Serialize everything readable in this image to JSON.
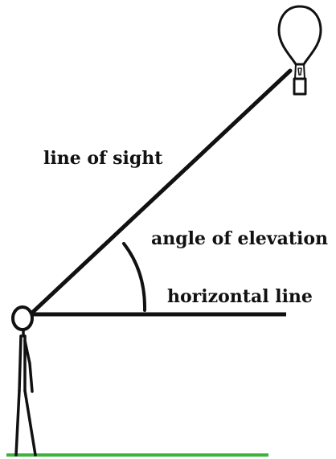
{
  "labels": {
    "line_of_sight": "line of sight",
    "angle_of_elevation": "angle of elevation",
    "horizontal_line": "horizontal line"
  },
  "colors": {
    "ink": "#111111",
    "ground": "#3cb43c",
    "background": "#ffffff"
  },
  "figures": {
    "observer": "stick-figure-person",
    "target": "hot-air-balloon"
  }
}
